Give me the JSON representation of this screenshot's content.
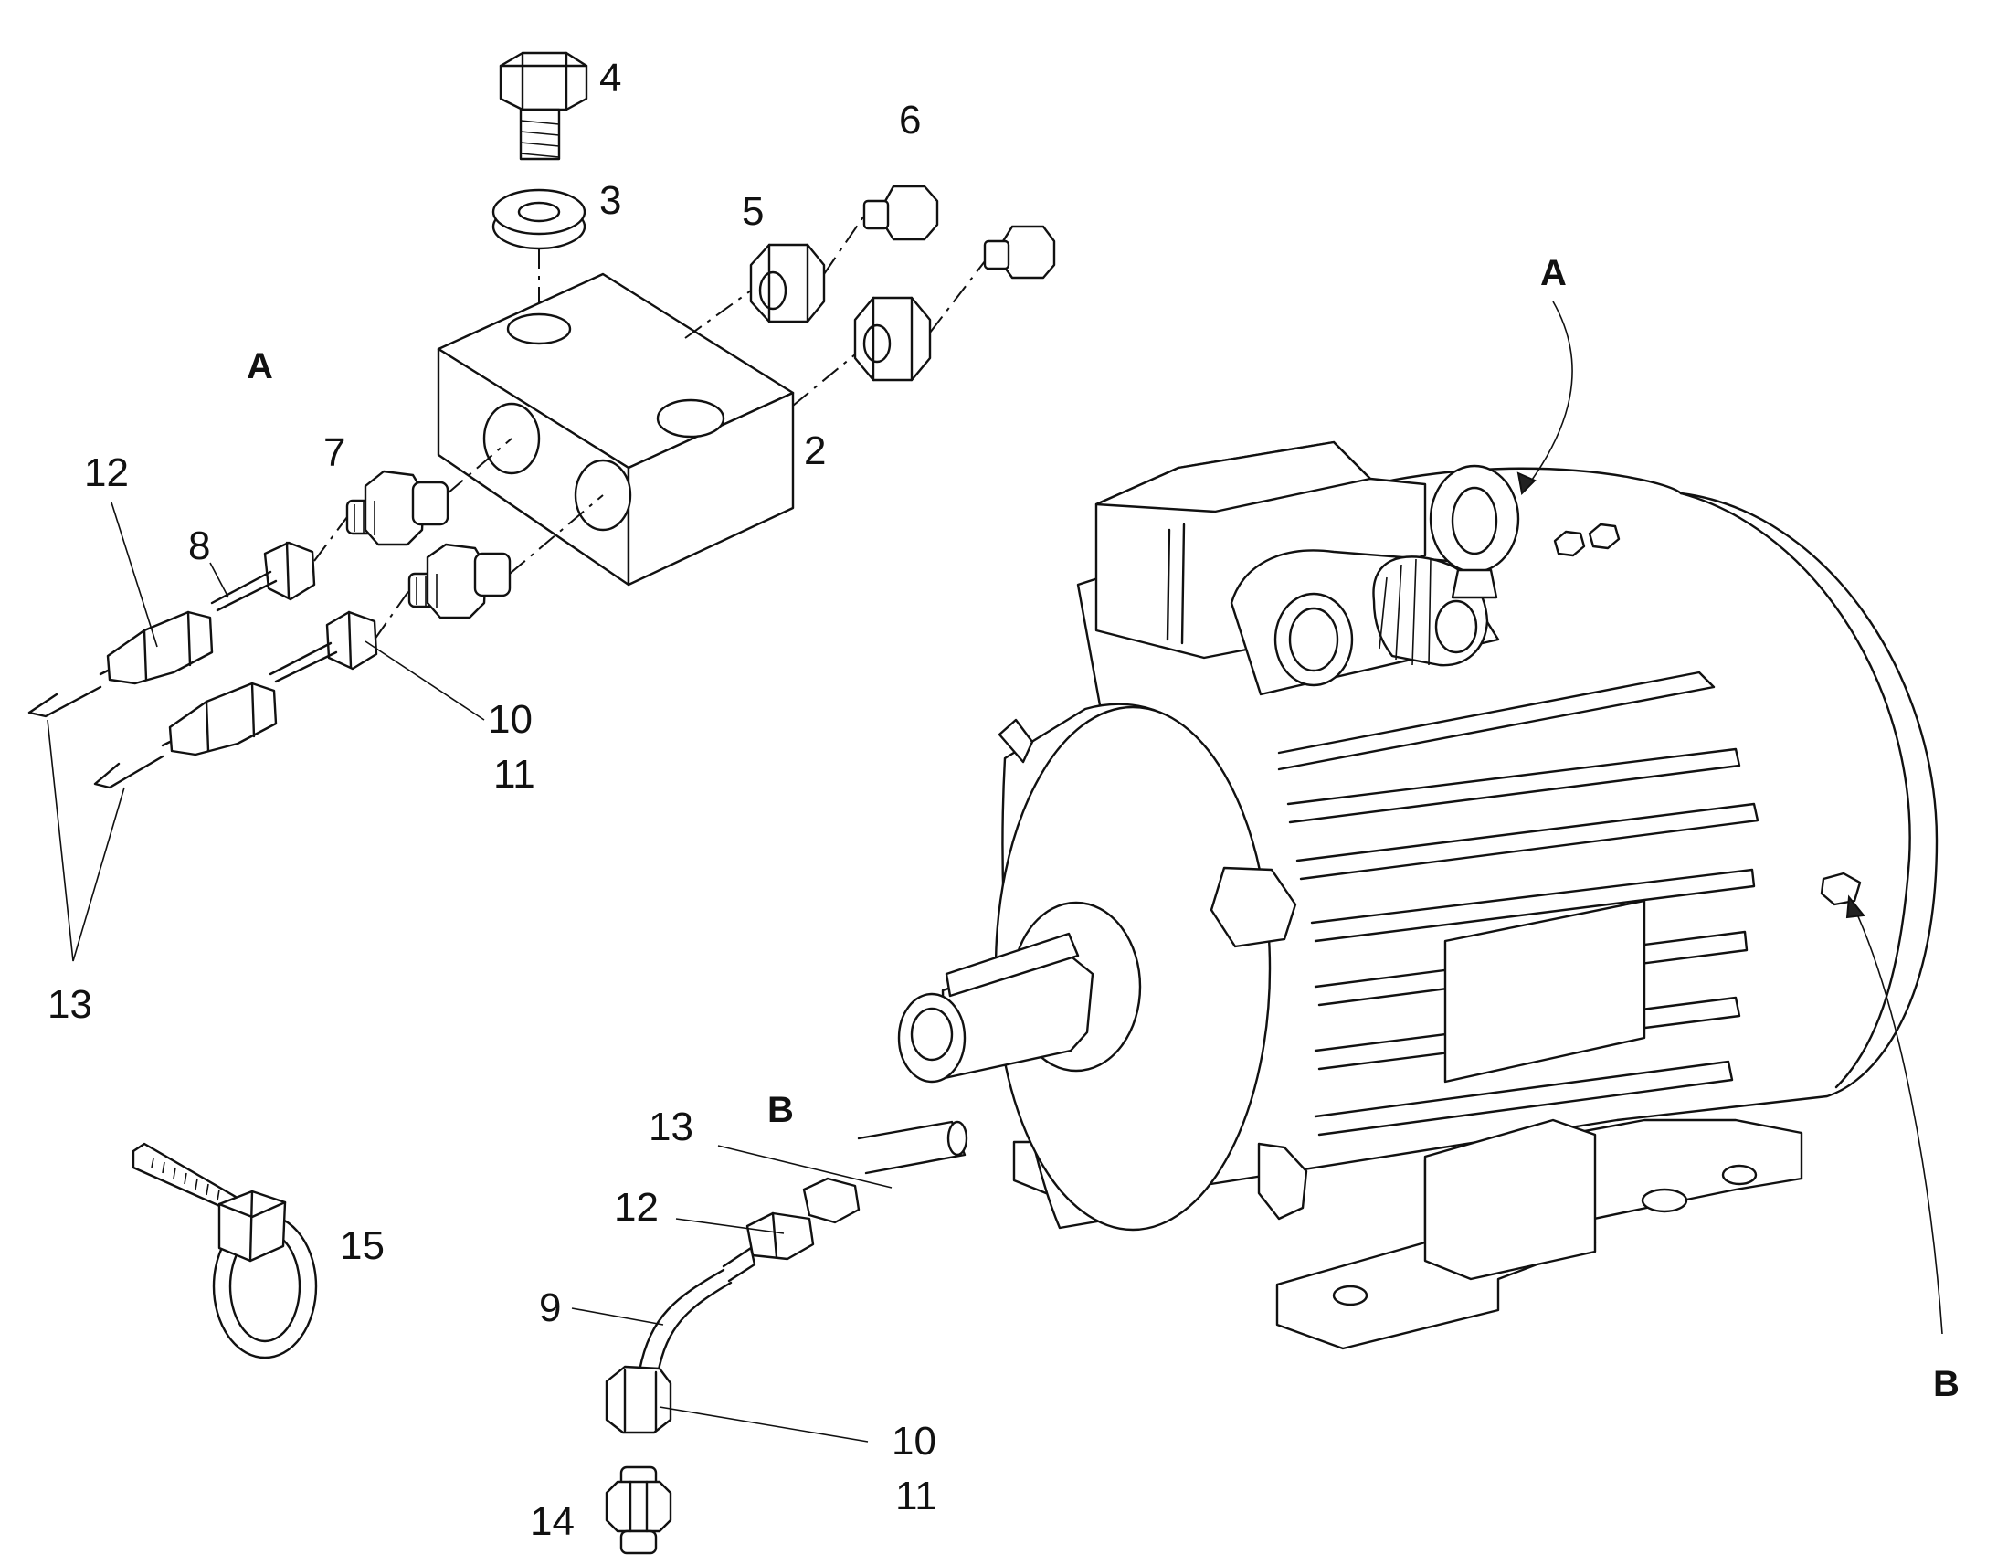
{
  "callouts": {
    "c4": "4",
    "c6": "6",
    "c3": "3",
    "c5": "5",
    "c2": "2",
    "c7": "7",
    "c12a": "12",
    "c8": "8",
    "c10a": "10",
    "c11a": "11",
    "c13a": "13",
    "c13b": "13",
    "c12b": "12",
    "c9": "9",
    "c10b": "10",
    "c11b": "11",
    "c14": "14",
    "c15": "15"
  },
  "view_letters": {
    "detail_a": "A",
    "detail_b": "B",
    "motor_a": "A",
    "motor_b": "B"
  }
}
